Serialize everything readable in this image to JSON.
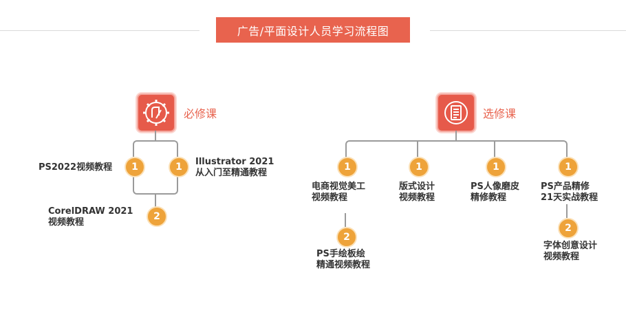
{
  "title": "广告/平面设计人员学习流程图",
  "required": {
    "label": "必修课",
    "courses": [
      {
        "badge": "1",
        "line1": "PS2022视频教程",
        "line2": ""
      },
      {
        "badge": "1",
        "line1": "Illustrator 2021",
        "line2": "从入门至精通教程"
      },
      {
        "badge": "2",
        "line1": "CorelDRAW 2021",
        "line2": "视频教程"
      }
    ]
  },
  "elective": {
    "label": "选修课",
    "courses": [
      {
        "badge": "1",
        "line1": "电商视觉美工",
        "line2": "视频教程"
      },
      {
        "badge": "1",
        "line1": "版式设计",
        "line2": "视频教程"
      },
      {
        "badge": "1",
        "line1": "PS人像磨皮",
        "line2": "精修教程"
      },
      {
        "badge": "1",
        "line1": "PS产品精修",
        "line2": "21天实战教程"
      },
      {
        "badge": "2",
        "line1": "PS手绘板绘",
        "line2": "精通视频教程"
      },
      {
        "badge": "2",
        "line1": "字体创意设计",
        "line2": "视频教程"
      }
    ]
  },
  "colors": {
    "accent": "#e8634e",
    "badge": "#eea33a",
    "connector": "#9a9a9a",
    "rule": "#d9d9d9"
  },
  "icons": {
    "required": "brain-gear-icon",
    "elective": "checklist-icon"
  }
}
